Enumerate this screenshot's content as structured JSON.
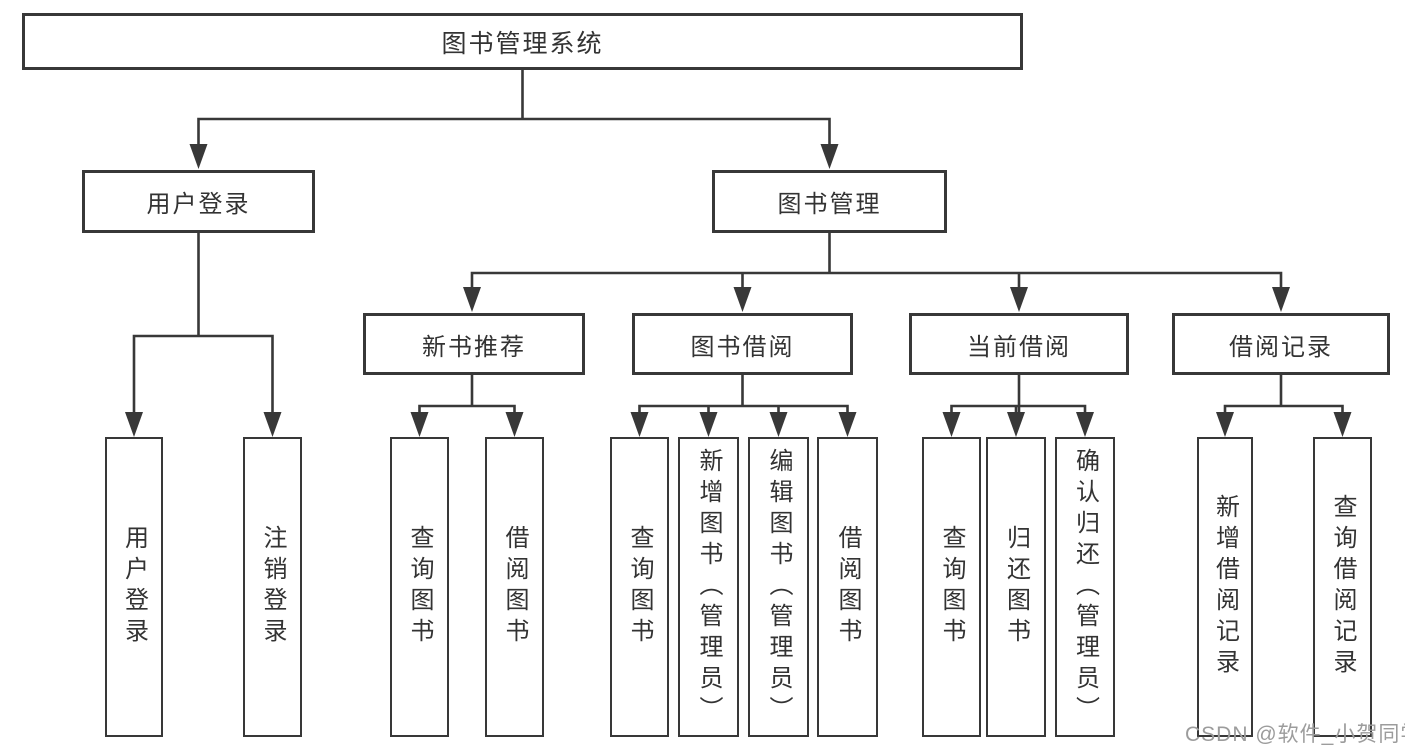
{
  "tree": {
    "root": {
      "label": "图书管理系统"
    },
    "branches": [
      {
        "label": "用户登录",
        "leaves": [
          {
            "label": "用户登录"
          },
          {
            "label": "注销登录"
          }
        ]
      },
      {
        "label": "图书管理",
        "groups": [
          {
            "label": "新书推荐",
            "leaves": [
              {
                "label": "查询图书"
              },
              {
                "label": "借阅图书"
              }
            ]
          },
          {
            "label": "图书借阅",
            "leaves": [
              {
                "label": "查询图书"
              },
              {
                "label": "新增图书（管理员）"
              },
              {
                "label": "编辑图书（管理员）"
              },
              {
                "label": "借阅图书"
              }
            ]
          },
          {
            "label": "当前借阅",
            "leaves": [
              {
                "label": "查询图书"
              },
              {
                "label": "归还图书"
              },
              {
                "label": "确认归还（管理员）"
              }
            ]
          },
          {
            "label": "借阅记录",
            "leaves": [
              {
                "label": "新增借阅记录"
              },
              {
                "label": "查询借阅记录"
              }
            ]
          }
        ]
      }
    ]
  },
  "watermark": {
    "text": "CSDN @软件_小贺同学"
  },
  "colors": {
    "line": "#383838",
    "text": "#333333",
    "box_bg": "#ffffff",
    "watermark": "#9c9c9c",
    "background": "#ffffff"
  }
}
